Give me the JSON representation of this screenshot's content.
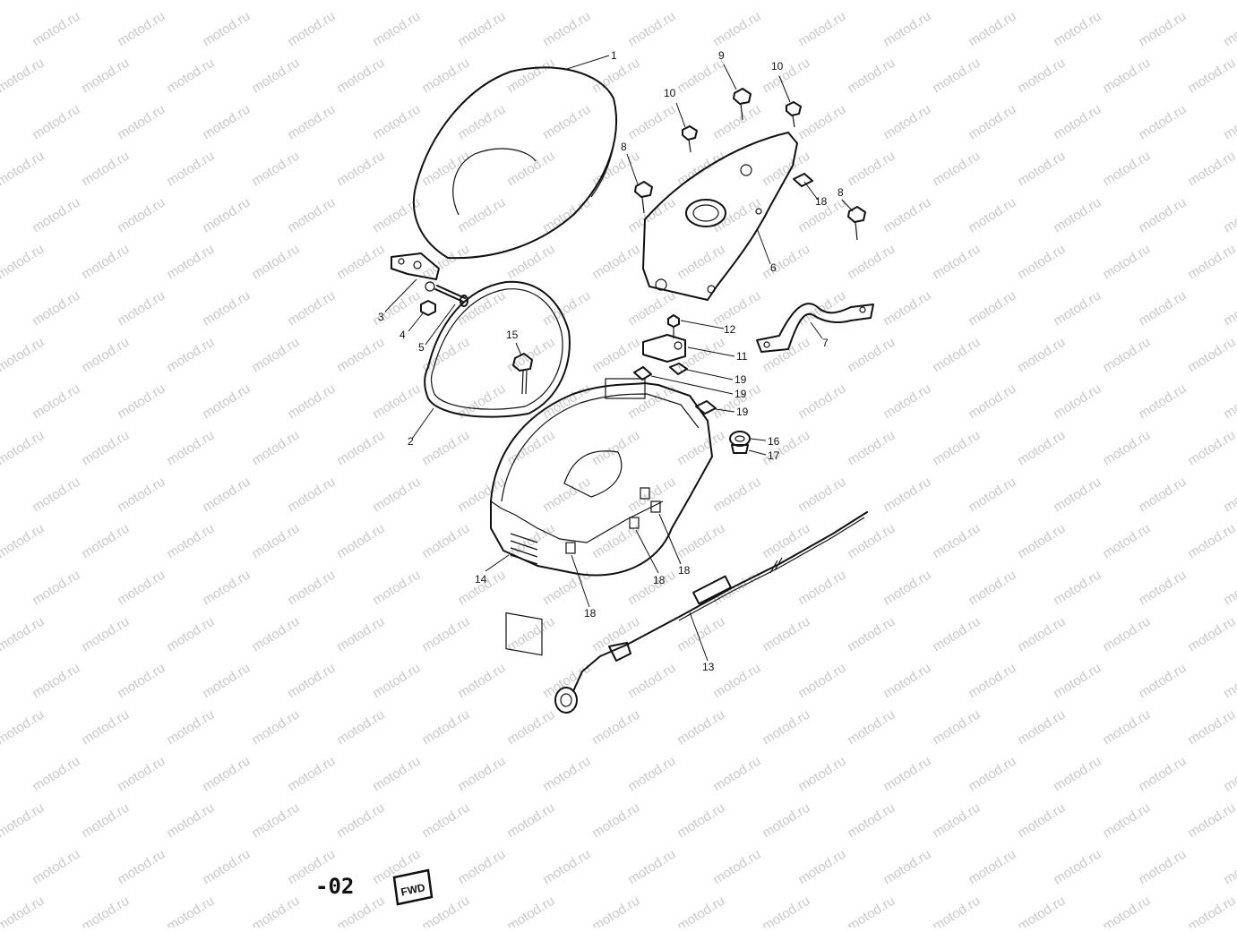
{
  "watermark": {
    "text": "motod.ru",
    "color": "#c9c9c9"
  },
  "callouts": [
    {
      "id": "c1",
      "text": "1"
    },
    {
      "id": "c2",
      "text": "2"
    },
    {
      "id": "c3",
      "text": "3"
    },
    {
      "id": "c4",
      "text": "4"
    },
    {
      "id": "c5",
      "text": "5"
    },
    {
      "id": "c6",
      "text": "6"
    },
    {
      "id": "c7",
      "text": "7"
    },
    {
      "id": "c8a",
      "text": "8"
    },
    {
      "id": "c8b",
      "text": "8"
    },
    {
      "id": "c9",
      "text": "9"
    },
    {
      "id": "c10a",
      "text": "10"
    },
    {
      "id": "c10b",
      "text": "10"
    },
    {
      "id": "c11",
      "text": "11"
    },
    {
      "id": "c12",
      "text": "12"
    },
    {
      "id": "c13",
      "text": "13"
    },
    {
      "id": "c14",
      "text": "14"
    },
    {
      "id": "c15",
      "text": "15"
    },
    {
      "id": "c16",
      "text": "16"
    },
    {
      "id": "c17",
      "text": "17"
    },
    {
      "id": "c18a",
      "text": "18"
    },
    {
      "id": "c18b",
      "text": "18"
    },
    {
      "id": "c18c",
      "text": "18"
    },
    {
      "id": "c18d",
      "text": "18"
    },
    {
      "id": "c19a",
      "text": "19"
    },
    {
      "id": "c19b",
      "text": "19"
    },
    {
      "id": "c19c",
      "text": "19"
    }
  ],
  "footer": {
    "code": "-02",
    "direction_badge": "FWD"
  }
}
